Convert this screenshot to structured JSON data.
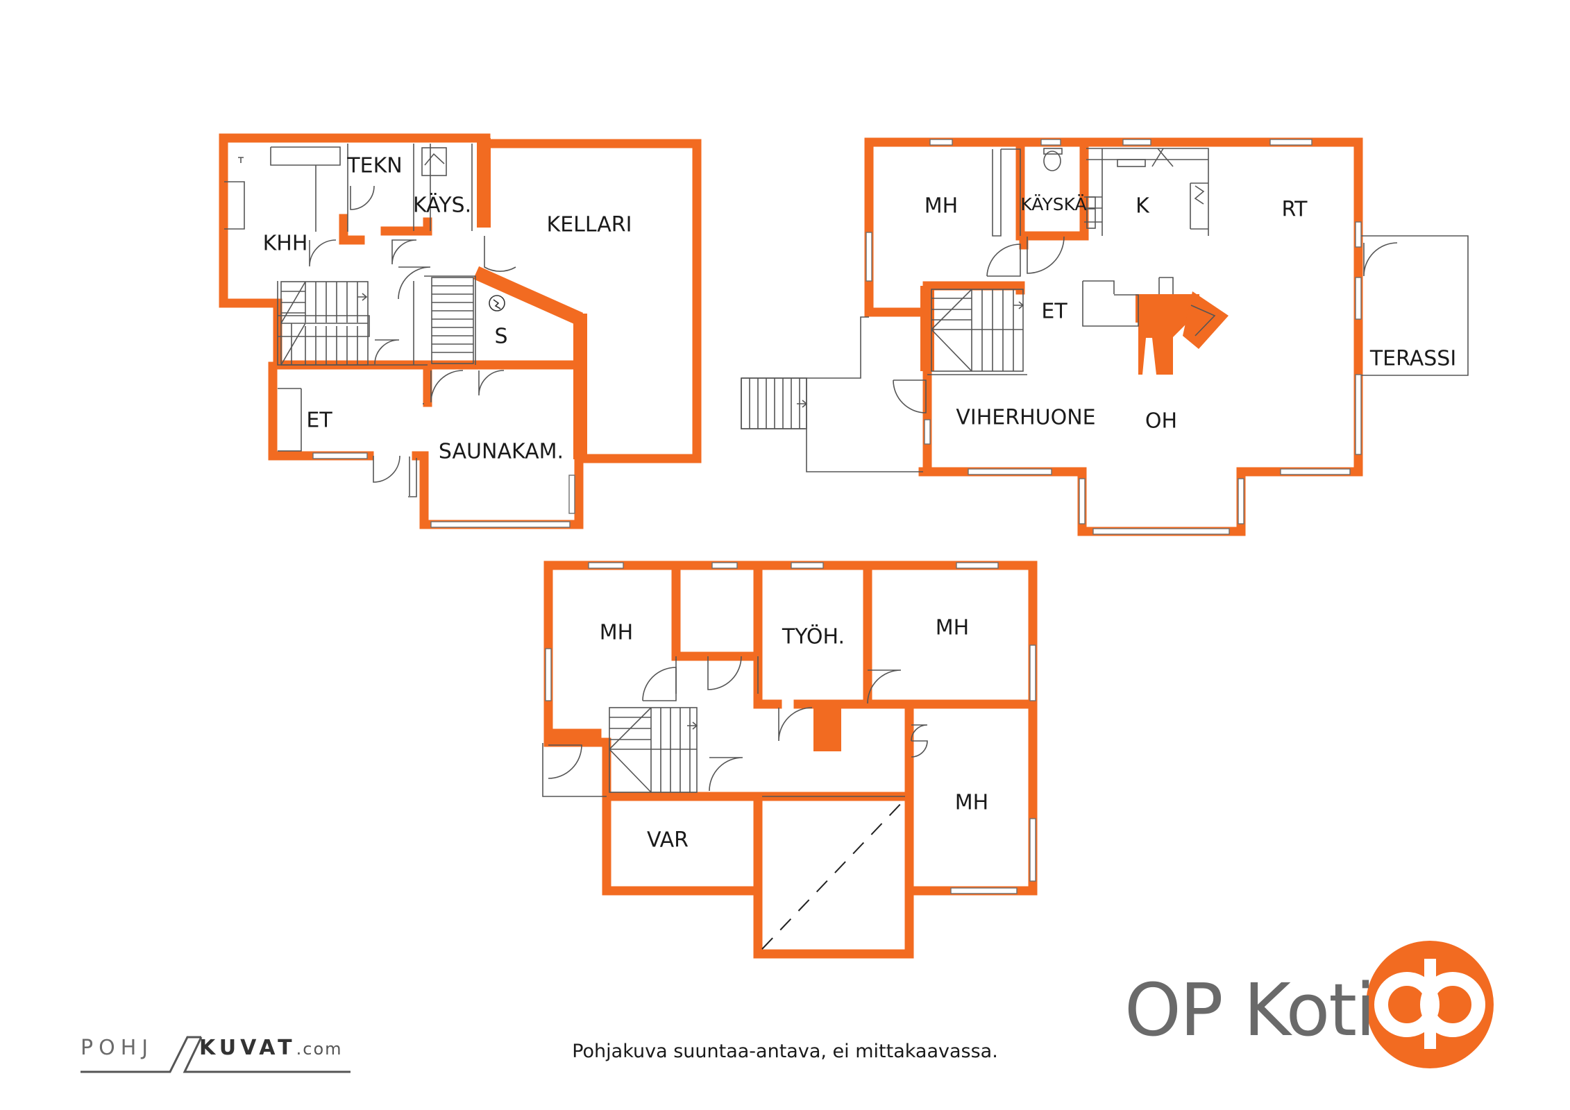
{
  "floor_plan": {
    "lower_floor": {
      "rooms": {
        "khh": "KHH",
        "tekn": "TEKN",
        "kays": "KÄYS.",
        "kellari": "KELLARI",
        "s": "S",
        "et": "ET",
        "saunakam": "SAUNAKAM."
      }
    },
    "main_floor": {
      "rooms": {
        "mh": "MH",
        "kayska": "KÄYSKÄ",
        "k": "K",
        "rt": "RT",
        "et": "ET",
        "terassi": "TERASSI",
        "viherhuone": "VIHERHUONE",
        "oh": "OH"
      }
    },
    "upper_floor": {
      "rooms": {
        "mh_left": "MH",
        "tyoh": "TYÖH.",
        "mh_right_top": "MH",
        "mh_right_bottom": "MH",
        "var": "VAR"
      }
    }
  },
  "branding": {
    "op_koti": "OP Koti",
    "pohjakuvat_left": "POHJ",
    "pohjakuvat_right": "KUVAT",
    "pohjakuvat_domain": ".com",
    "accent_color": "#f26b21",
    "logo_icon": "op-logo-icon"
  },
  "footer": {
    "note": "Pohjakuva suuntaa-antava, ei mittakaavassa."
  }
}
